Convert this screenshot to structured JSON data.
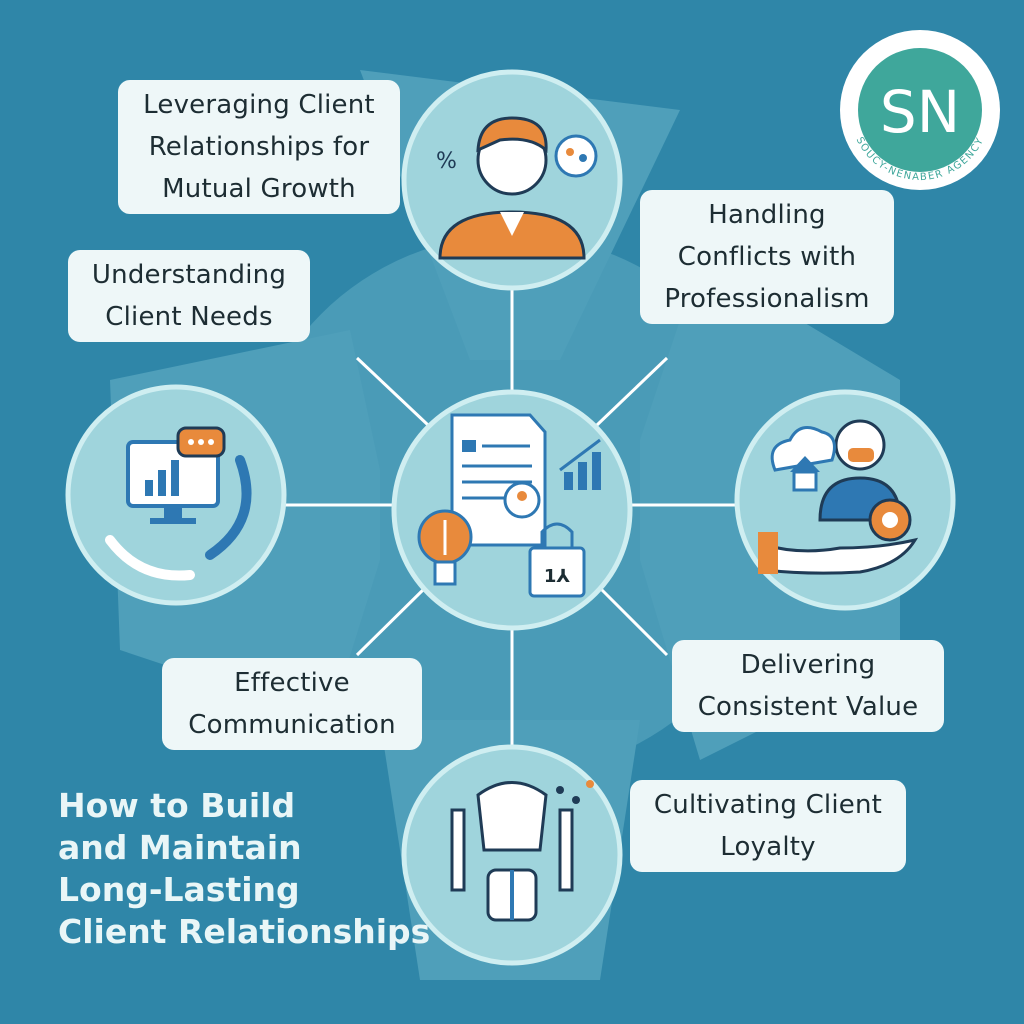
{
  "title_lines": [
    "How to Build",
    "and Maintain",
    "Long-Lasting",
    "Client Relationships"
  ],
  "logo": {
    "initials": "SN",
    "ring_text": "SOUCY-NENABER AGENCY"
  },
  "labels": {
    "mutual_growth": [
      "Leveraging Client",
      "Relationships for",
      "Mutual Growth"
    ],
    "client_needs": [
      "Understanding",
      "Client Needs"
    ],
    "conflicts": [
      "Handling",
      "Conflicts with",
      "Professionalism"
    ],
    "communication": [
      "Effective",
      "Communication"
    ],
    "consistent_value": [
      "Delivering",
      "Consistent Value"
    ],
    "client_loyalty": [
      "Cultivating Client",
      "Loyalty"
    ]
  },
  "icon_text": {
    "calendar_tag": "1⅄"
  },
  "colors": {
    "background": "#2f86a8",
    "wedge": "#5aa6bd",
    "node": "#9fd4dc",
    "node_outline": "#cfeef1",
    "connector": "#ffffff",
    "label_bg": "#eef7f8",
    "accent_orange": "#e88a3c",
    "icon_blue": "#2e78b3",
    "logo_teal": "#3fa79b"
  }
}
